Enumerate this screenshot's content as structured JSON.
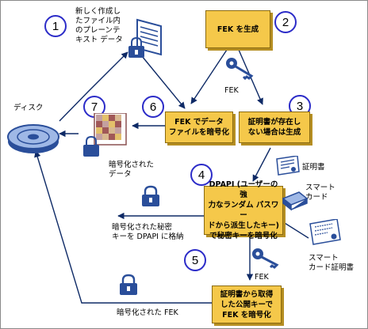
{
  "diagram": {
    "steps": [
      "1",
      "2",
      "3",
      "4",
      "5",
      "6",
      "7"
    ],
    "boxes": {
      "generate_fek": "FEK を生成",
      "encrypt_file_lines": [
        "FEK でデータ",
        "ファイルを暗号化"
      ],
      "cert_generate_lines": [
        "証明書が存在し",
        "ない場合は生成"
      ],
      "dpapi_lines": [
        "DPAPI (ユーザーの強",
        "力なランダム パスワー",
        "ドから派生したキー)",
        "で秘密キーを暗号化"
      ],
      "encrypt_fek_lines": [
        "証明書から取得",
        "した公開キーで",
        "FEK を暗号化"
      ]
    },
    "labels": {
      "plaintext_lines": [
        "新しく作成し",
        "たファイル内",
        "のプレーンテ",
        "キスト データ"
      ],
      "disk": "ディスク",
      "fek_top": "FEK",
      "fek_bottom": "FEK",
      "encrypted_data_lines": [
        "暗号化された",
        "データ"
      ],
      "certificate": "証明書",
      "smart_card_lines": [
        "スマート",
        "カード"
      ],
      "smart_card_cert_lines": [
        "スマート",
        "カード証明書"
      ],
      "encrypted_private_key_lines": [
        "暗号化された秘密",
        "キーを DPAPI に格納"
      ],
      "encrypted_fek": "暗号化された FEK"
    },
    "colors": {
      "box_fill": "#f5c84a",
      "box_border": "#8a6a10",
      "step_ring": "#2c2cc8",
      "arrow": "#0e2a66",
      "icon_blue": "#2a4e9a"
    }
  }
}
